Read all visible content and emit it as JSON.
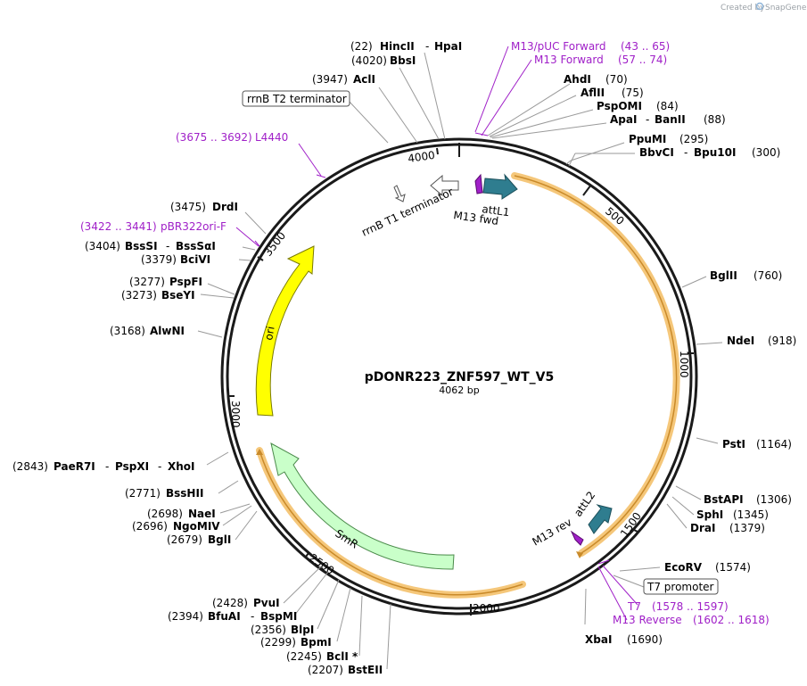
{
  "header": {
    "credit": "Created by",
    "brand": "SnapGene"
  },
  "plasmid": {
    "name": "pDONR223_ZNF597_WT_V5",
    "size": "4062 bp"
  },
  "ticks": [
    "500",
    "1000",
    "1500",
    "2000",
    "2500",
    "3000",
    "3500",
    "4000"
  ],
  "features": {
    "attL1": "attL1",
    "attL2": "attL2",
    "m13fwd": "M13 fwd",
    "m13rev": "M13 rev",
    "rrnB_T1": "rrnB T1 terminator",
    "ori": "ori",
    "smr": "SmR",
    "rrnB_T2": "rrnB T2 terminator",
    "t7_promoter": "T7 promoter"
  },
  "enzymes": {
    "hincii_pos": "(22)",
    "hincii": "HincII",
    "hpai": "HpaI",
    "bbsi_pos": "(4020)",
    "bbsi": "BbsI",
    "acli_pos": "(3947)",
    "acli": "AclI",
    "ahdi": "AhdI",
    "ahdi_pos": "(70)",
    "aflii": "AflII",
    "aflii_pos": "(75)",
    "pspomi": "PspOMI",
    "pspomi_pos": "(84)",
    "apai": "ApaI",
    "banii": "BanII",
    "apai_pos": "(88)",
    "ppumi": "PpuMI",
    "ppumi_pos": "(295)",
    "bbvci": "BbvCI",
    "bpu10i": "Bpu10I",
    "bbvci_pos": "(300)",
    "bglii": "BglII",
    "bglii_pos": "(760)",
    "ndei": "NdeI",
    "ndei_pos": "(918)",
    "psti": "PstI",
    "psti_pos": "(1164)",
    "bstapi": "BstAPI",
    "bstapi_pos": "(1306)",
    "sphi": "SphI",
    "sphi_pos": "(1345)",
    "drai": "DraI",
    "drai_pos": "(1379)",
    "ecorv": "EcoRV",
    "ecorv_pos": "(1574)",
    "xbai": "XbaI",
    "xbai_pos": "(1690)",
    "drdi_pos": "(3475)",
    "drdi": "DrdI",
    "bsssi_pos": "(3404)",
    "bsssi": "BssSI",
    "bsssai": "BssSαI",
    "bcivi_pos": "(3379)",
    "bcivi": "BciVI",
    "pspfi_pos": "(3277)",
    "pspfi": "PspFI",
    "bseyi_pos": "(3273)",
    "bseyi": "BseYI",
    "alwni_pos": "(3168)",
    "alwni": "AlwNI",
    "paer7i_pos": "(2843)",
    "paer7i": "PaeR7I",
    "pspxi": "PspXI",
    "xhoi": "XhoI",
    "bsshii_pos": "(2771)",
    "bsshii": "BssHII",
    "naei_pos": "(2698)",
    "naei": "NaeI",
    "ngomiv_pos": "(2696)",
    "ngomiv": "NgoMIV",
    "bgli_pos": "(2679)",
    "bgli": "BglI",
    "pvui_pos": "(2428)",
    "pvui": "PvuI",
    "bfuai_pos": "(2394)",
    "bfuai": "BfuAI",
    "bspmi": "BspMI",
    "blpi_pos": "(2356)",
    "blpi": "BlpI",
    "bpmi_pos": "(2299)",
    "bpmi": "BpmI",
    "bcli_pos": "(2245)",
    "bcli": "BclI *",
    "bsteii_pos": "(2207)",
    "bsteii": "BstEII"
  },
  "primers": {
    "m13puc": "M13/pUC Forward",
    "m13puc_pos": "(43 .. 65)",
    "m13f": "M13 Forward",
    "m13f_pos": "(57 .. 74)",
    "l4440_pos": "(3675 .. 3692)",
    "l4440": "L4440",
    "pbr_pos": "(3422 .. 3441)",
    "pbr": "pBR322ori-F",
    "t7": "T7",
    "t7_pos": "(1578 .. 1597)",
    "m13r": "M13 Reverse",
    "m13r_pos": "(1602 .. 1618)"
  },
  "colors": {
    "backbone": "#1a1a1a",
    "orf_band": "#f5c77a",
    "orf_line": "#c98a2a",
    "att": "#2f7d8f",
    "ori": "#ffff00",
    "smr": "#c9ffc9",
    "primer": "#a020c8"
  }
}
